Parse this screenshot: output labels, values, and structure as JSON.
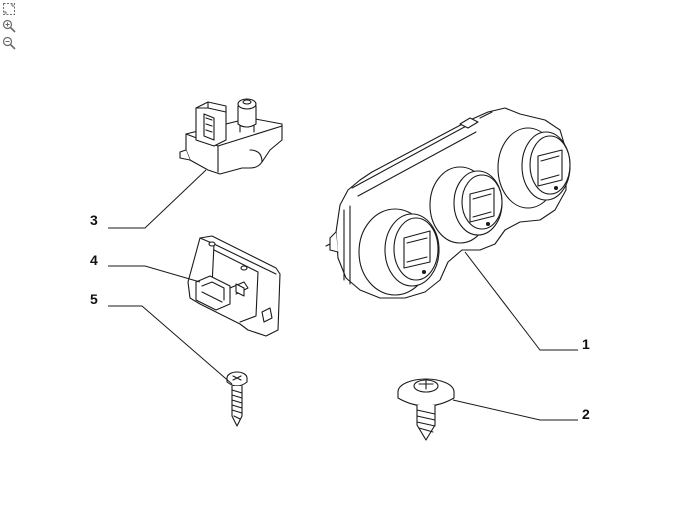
{
  "toolbar": {
    "items": [
      {
        "name": "fit-to-page",
        "icon": "fit-page-icon"
      },
      {
        "name": "zoom-in",
        "icon": "zoom-in-icon"
      },
      {
        "name": "zoom-out",
        "icon": "zoom-out-icon"
      }
    ]
  },
  "callouts": {
    "c1": "1",
    "c2": "2",
    "c3": "3",
    "c4": "4",
    "c5": "5"
  },
  "colors": {
    "line": "#1a1a1a",
    "toolbar_icon": "#6a6a6a"
  }
}
